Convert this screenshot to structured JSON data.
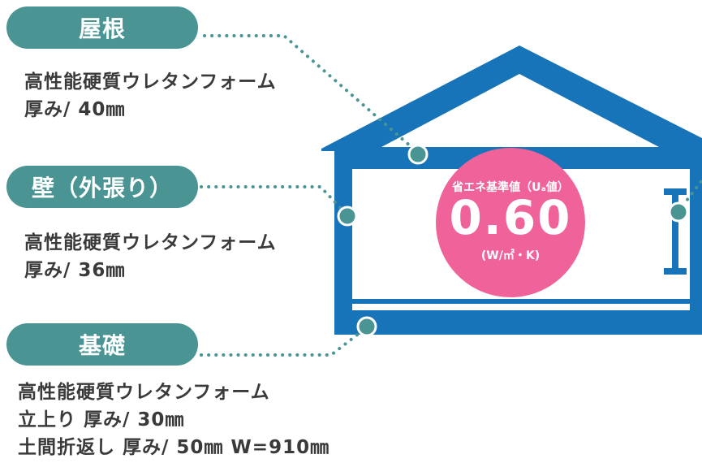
{
  "colors": {
    "accent_teal": "#4a9494",
    "house_blue": "#1774b8",
    "badge_pink": "#f0629a"
  },
  "roof": {
    "label": "屋根",
    "material": "高性能硬質ウレタンフォーム",
    "thickness": "厚み/ 40㎜"
  },
  "wall": {
    "label": "壁（外張り）",
    "material": "高性能硬質ウレタンフォーム",
    "thickness": "厚み/ 36㎜"
  },
  "foundation": {
    "label": "基礎",
    "material": "高性能硬質ウレタンフォーム",
    "rise": "立上り 厚み/ 30㎜",
    "earth_floor": "土間折返し 厚み/ 50㎜ W=910㎜"
  },
  "badge": {
    "label": "省エネ基準値（Uₐ値）",
    "value": "0.60",
    "unit": "(W/㎡・K)"
  }
}
